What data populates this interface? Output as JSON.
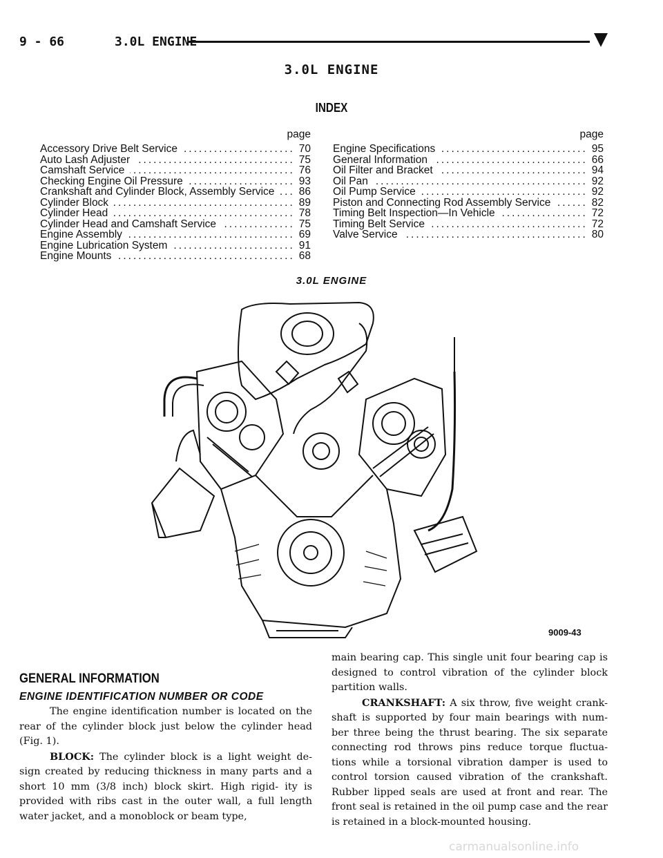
{
  "header": {
    "page_number": "9 - 66",
    "section": "3.0L ENGINE"
  },
  "title": "3.0L ENGINE",
  "index": {
    "heading": "INDEX",
    "page_label": "page",
    "left": [
      {
        "title": "Accessory Drive Belt Service",
        "page": "70"
      },
      {
        "title": "Auto Lash Adjuster",
        "page": "75"
      },
      {
        "title": "Camshaft Service",
        "page": "76"
      },
      {
        "title": "Checking Engine Oil Pressure",
        "page": "93"
      },
      {
        "title": "Crankshaft and Cylinder Block, Assembly Service",
        "page": "86"
      },
      {
        "title": "Cylinder Block",
        "page": "89"
      },
      {
        "title": "Cylinder Head",
        "page": "78"
      },
      {
        "title": "Cylinder Head and Camshaft Service",
        "page": "75"
      },
      {
        "title": "Engine Assembly",
        "page": "69"
      },
      {
        "title": "Engine Lubrication System",
        "page": "91"
      },
      {
        "title": "Engine Mounts",
        "page": "68"
      }
    ],
    "right": [
      {
        "title": "Engine Specifications",
        "page": "95"
      },
      {
        "title": "General Information",
        "page": "66"
      },
      {
        "title": "Oil Filter and Bracket",
        "page": "94"
      },
      {
        "title": "Oil Pan",
        "page": "92"
      },
      {
        "title": "Oil Pump Service",
        "page": "92"
      },
      {
        "title": "Piston and Connecting Rod Assembly Service",
        "page": "82"
      },
      {
        "title": "Timing Belt Inspection—In Vehicle",
        "page": "72"
      },
      {
        "title": "Timing Belt Service",
        "page": "72"
      },
      {
        "title": "Valve Service",
        "page": "80"
      }
    ]
  },
  "figure": {
    "caption": "3.0L ENGINE",
    "id": "9009-43"
  },
  "general": {
    "heading": "GENERAL INFORMATION",
    "subheading": "ENGINE IDENTIFICATION NUMBER OR CODE",
    "p1": "The engine identification number is located on the rear of the cylinder block just below the cylinder head (Fig. 1).",
    "block_label": "BLOCK:",
    "block_text": " The cylinder block is a light weight design created by reducing thickness in many parts and a short 10 mm (3/8 inch) block skirt. High rigidity is provided with ribs cast in the outer wall, a full length water jacket, and a monoblock or beam type, main bearing cap. This single unit four bearing cap is designed to control vibration of the cylinder block partition walls.",
    "block_text_a": " The cylinder block is a light weight de- sign created by reducing thickness in many parts and a short 10 mm (3/8 inch) block skirt. High rigid- ity is provided with ribs cast in the outer wall, a full length water jacket, and a monoblock or beam type,",
    "block_text_b": "main bearing cap. This single unit four bearing cap is designed to control vibration of the cylinder block partition walls.",
    "crank_label": "CRANKSHAFT:",
    "crank_text": " A six throw, five weight crank- shaft is supported by four main bearings with num- ber three being the thrust bearing. The six separate connecting rod throws pins reduce torque fluctua- tions while a torsional vibration damper is used to control torsion caused vibration of the crankshaft. Rubber lipped seals are used at front and rear. The front seal is retained in the oil pump case and the rear is retained in a block-mounted housing."
  },
  "watermark": "carmanualsonline.info"
}
